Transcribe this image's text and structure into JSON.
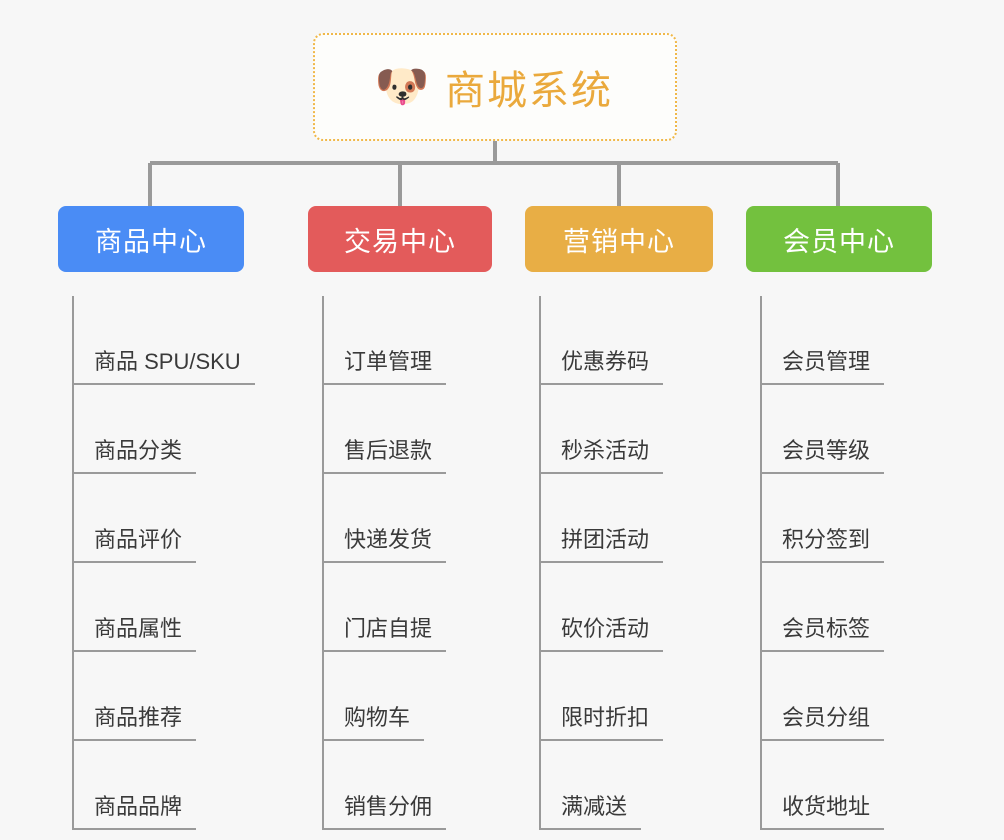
{
  "diagram": {
    "type": "org-tree",
    "background": "#f7f7f7",
    "root": {
      "icon": "shiba-dog-icon",
      "icon_glyph": "🐶",
      "title": "商城系统",
      "text_color": "#eaa93c",
      "border_color": "#f0b849",
      "fill": "#fdfdfb"
    },
    "connector_color": "#9a9a9a",
    "columns": [
      {
        "id": "product-center",
        "label": "商品中心",
        "color": "#4a8cf5",
        "items": [
          "商品 SPU/SKU",
          "商品分类",
          "商品评价",
          "商品属性",
          "商品推荐",
          "商品品牌"
        ]
      },
      {
        "id": "trade-center",
        "label": "交易中心",
        "color": "#e35b5b",
        "items": [
          "订单管理",
          "售后退款",
          "快递发货",
          "门店自提",
          "购物车",
          "销售分佣"
        ]
      },
      {
        "id": "marketing-center",
        "label": "营销中心",
        "color": "#e8ae45",
        "items": [
          "优惠券码",
          "秒杀活动",
          "拼团活动",
          "砍价活动",
          "限时折扣",
          "满减送"
        ]
      },
      {
        "id": "member-center",
        "label": "会员中心",
        "color": "#73c13e",
        "items": [
          "会员管理",
          "会员等级",
          "积分签到",
          "会员标签",
          "会员分组",
          "收货地址"
        ]
      }
    ]
  }
}
